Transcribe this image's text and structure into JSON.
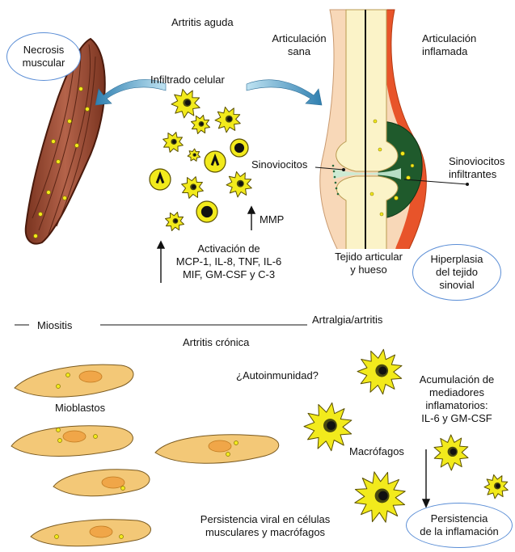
{
  "titles": {
    "acute": "Artritis aguda",
    "chronic": "Artritis crónica"
  },
  "labels": {
    "necrosis": [
      "Necrosis",
      "muscular"
    ],
    "infiltrado": "Infiltrado celular",
    "sana": [
      "Articulación",
      "sana"
    ],
    "inflamada": [
      "Articulación",
      "inflamada"
    ],
    "sinoviocitos": "Sinoviocitos",
    "sinoviocitos_inf": [
      "Sinoviocitos",
      "infiltrantes"
    ],
    "mmp": "MMP",
    "activacion": [
      "Activación de",
      "MCP-1, IL-8, TNF, IL-6",
      "MIF, GM-CSF y C-3"
    ],
    "tejido": [
      "Tejido articular",
      "y hueso"
    ],
    "hiperplasia": [
      "Hiperplasia",
      "del tejido",
      "sinovial"
    ],
    "miositis": "Miositis",
    "artralgia": "Artralgia/artritis",
    "autoinmunidad": "¿Autoinmunidad?",
    "acumulacion": [
      "Acumulación de",
      "mediadores",
      "inflamatorios:",
      "IL-6 y GM-CSF"
    ],
    "mioblastos": "Mioblastos",
    "macrofagos": "Macrófagos",
    "persistencia_viral": [
      "Persistencia viral en células",
      "musculares y macrófagos"
    ],
    "persistencia_inf": [
      "Persistencia",
      "de la inflamación"
    ]
  },
  "colors": {
    "muscle": "#a0523d",
    "muscle_dark": "#7a3420",
    "cell_yellow": "#f2ea1c",
    "cell_outline": "#5a5000",
    "myoblast": "#f3c877",
    "myoblast_outline": "#7a5a20",
    "bone": "#fbf3c8",
    "joint_skin": "#f8d8b8",
    "inflamed": "#e8542a",
    "synovium_dark": "#1f5a2c",
    "arrow_blue": "#4aa0c8",
    "oval_border": "#5b8ed6"
  }
}
